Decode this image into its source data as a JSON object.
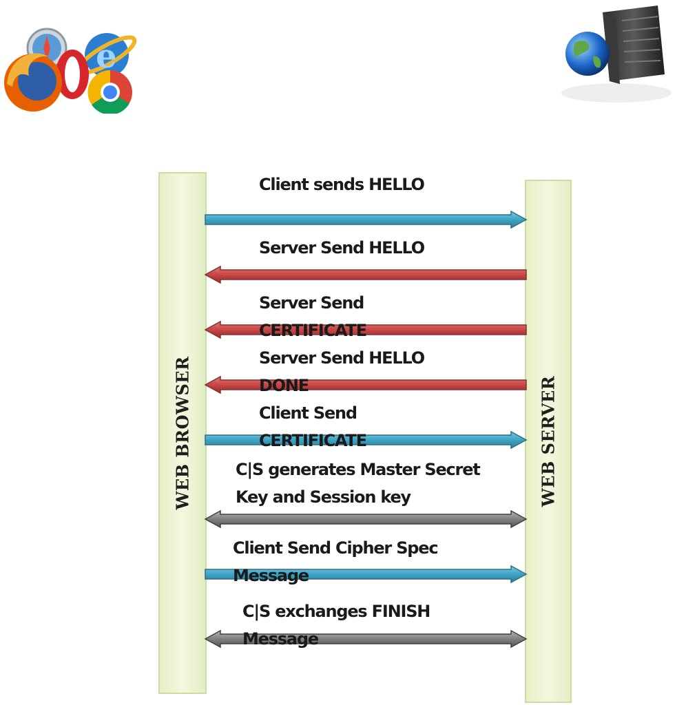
{
  "lanes": {
    "browser_label": "WEB BROWSER",
    "server_label": "WEB SERVER"
  },
  "messages": [
    {
      "text": "Client sends HELLO",
      "direction": "to-server",
      "color": "#3fa3c4"
    },
    {
      "text": "Server Send HELLO",
      "direction": "to-browser",
      "color": "#c74545"
    },
    {
      "text": "Server Send\nCERTIFICATE",
      "direction": "to-browser",
      "color": "#c74545"
    },
    {
      "text": "Server Send HELLO\nDONE",
      "direction": "to-browser",
      "color": "#c74545"
    },
    {
      "text": "Client Send\nCERTIFICATE",
      "direction": "to-server",
      "color": "#3fa3c4"
    },
    {
      "text": "C|S generates Master Secret\nKey and Session key",
      "direction": "both",
      "color": "#808080"
    },
    {
      "text": "Client Send Cipher Spec\nMessage",
      "direction": "to-server",
      "color": "#3fa3c4"
    },
    {
      "text": "C|S exchanges FINISH\nMessage",
      "direction": "both",
      "color": "#808080"
    }
  ],
  "icons": {
    "browsers": "browser-logos-icon",
    "server": "web-server-globe-icon"
  }
}
